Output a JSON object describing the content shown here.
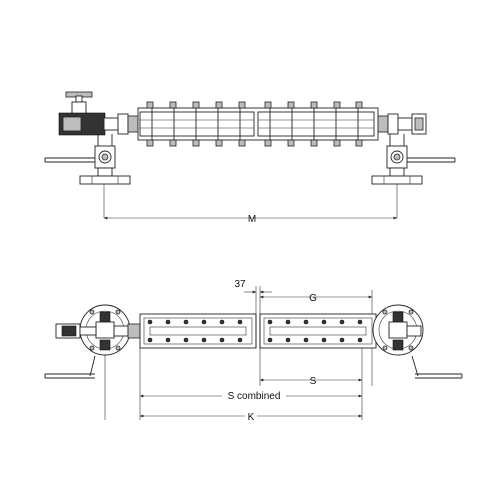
{
  "diagram": {
    "labels": {
      "m": "M",
      "g": "G",
      "s": "S",
      "s_combined": "S combined",
      "k": "K",
      "d37": "37"
    }
  }
}
